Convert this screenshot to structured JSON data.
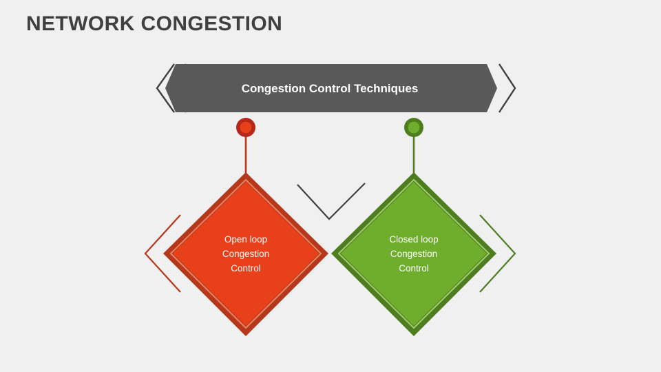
{
  "slide": {
    "title": "NETWORK CONGESTION",
    "background_color": "#f0f0f0",
    "title_color": "#404040"
  },
  "banner": {
    "label": "Congestion Control Techniques",
    "fill_color": "#595959",
    "text_color": "#ffffff",
    "left_chevron_color": "#3f3f3f",
    "right_chevron_color": "#3f3f3f"
  },
  "connectors": {
    "center_chevron_color": "#404040",
    "left_chevron_color": "#b5381b",
    "right_chevron_color": "#4e7d20"
  },
  "nodes": [
    {
      "id": "open-loop",
      "label_line_1": "Open loop",
      "label_line_2": "Congestion",
      "label_line_3": "Control",
      "fill_color": "#e8401a",
      "border_color": "#b5381b",
      "inner_line_color": "#e8805f",
      "dot_outer_color": "#b5281b",
      "dot_inner_color": "#e8401a",
      "stem_color": "#b5381b",
      "text_color": "#ffffff"
    },
    {
      "id": "closed-loop",
      "label_line_1": "Closed loop",
      "label_line_2": "Congestion",
      "label_line_3": "Control",
      "fill_color": "#6fae2c",
      "border_color": "#4e7d20",
      "inner_line_color": "#9ec96a",
      "dot_outer_color": "#4e7d20",
      "dot_inner_color": "#6fae2c",
      "stem_color": "#4e7d20",
      "text_color": "#ffffff"
    }
  ]
}
